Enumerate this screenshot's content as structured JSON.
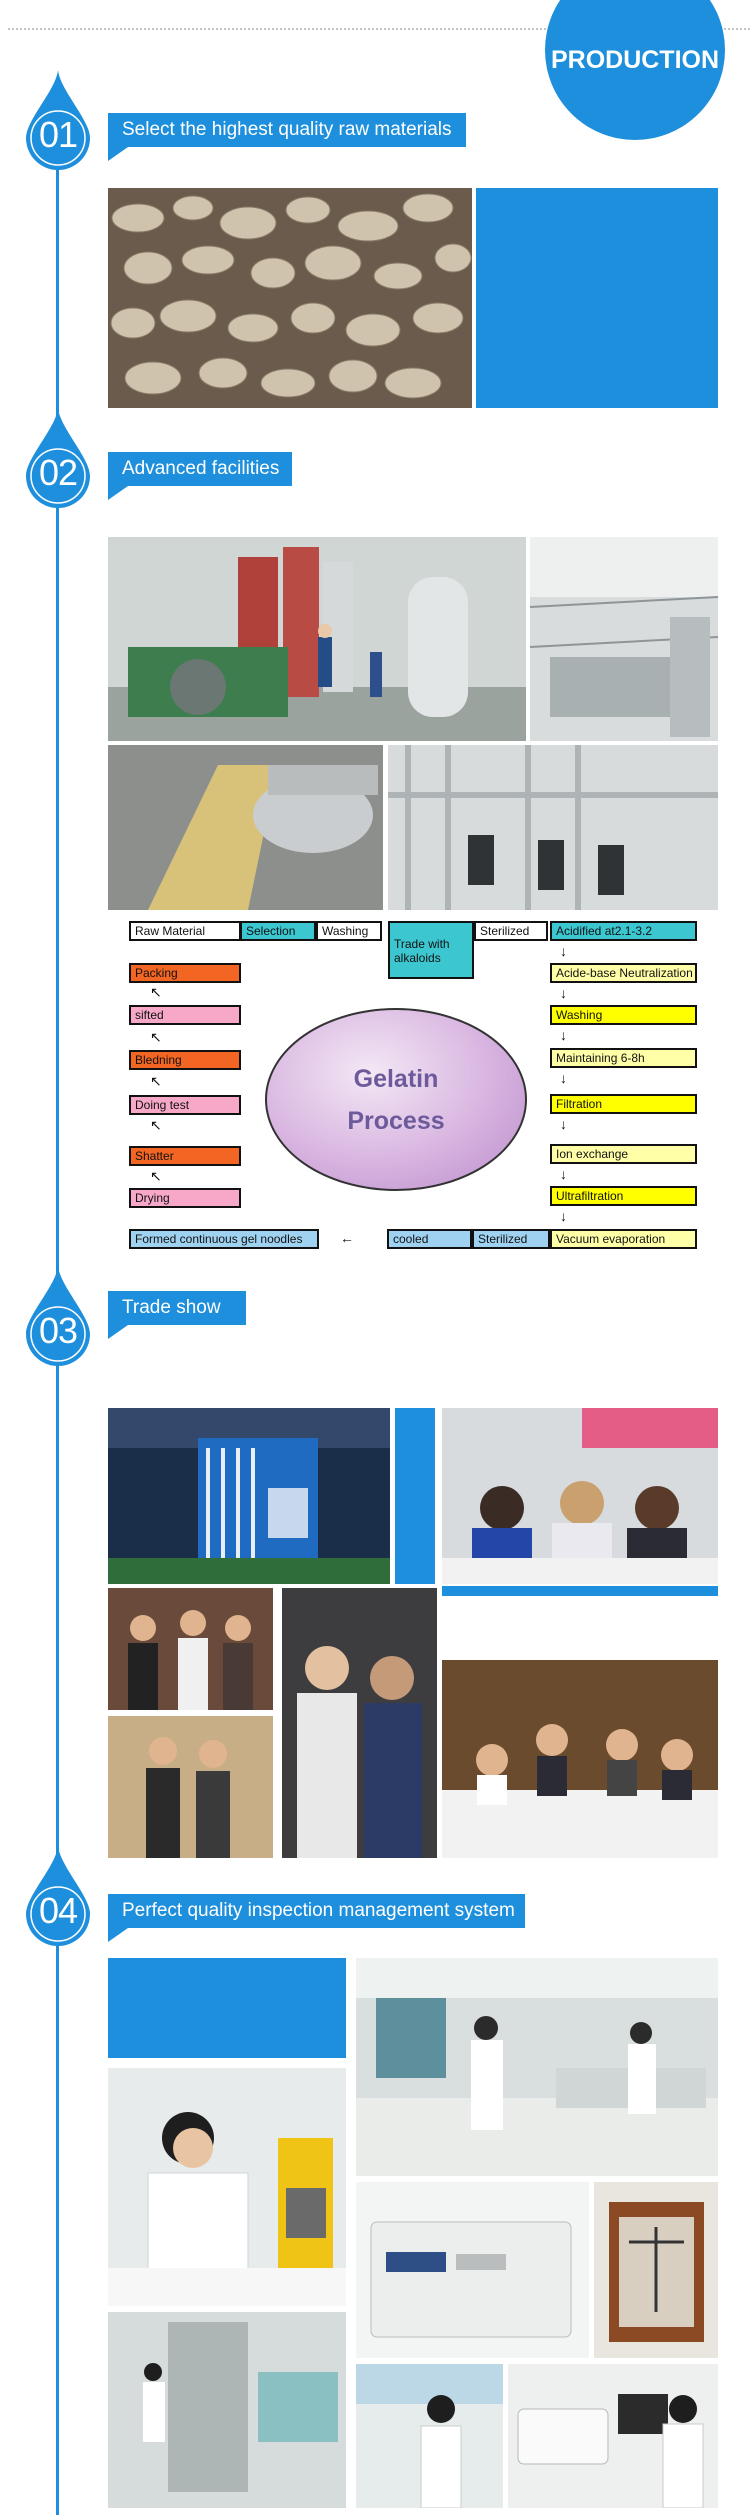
{
  "header": {
    "production_label": "PRODUCTION"
  },
  "sections": [
    {
      "num": "01",
      "title": "Select the highest quality raw materials"
    },
    {
      "num": "02",
      "title": "Advanced facilities"
    },
    {
      "num": "03",
      "title": "Trade show"
    },
    {
      "num": "04",
      "title": "Perfect quality inspection management system"
    }
  ],
  "process": {
    "center_line1": "Gelatin",
    "center_line2": "Process",
    "steps": {
      "raw_material": "Raw Material",
      "selection": "Selection",
      "washing_top": "Washing",
      "trade_with_alkaloids": "Trade with alkaloids",
      "sterilized_top": "Sterilized",
      "acidified": "Acidified at2.1-3.2",
      "acid_base": "Acide-base Neutralization",
      "washing_right": "Washing",
      "maintaining": "Maintaining 6-8h",
      "filtration": "Filtration",
      "ion_exchange": "Ion exchange",
      "ultrafiltration": "Ultrafiltration",
      "vacuum": "Vacuum evaporation",
      "sterilized_bottom": "Sterilized",
      "cooled": "cooled",
      "formed": "Formed continuous gel noodles",
      "drying": "Drying",
      "shatter": "Shatter",
      "doing_test": "Doing test",
      "blending": "Bledning",
      "sifted": "sifted",
      "packing": "Packing"
    }
  },
  "colors": {
    "accent": "#1d8fdc"
  }
}
